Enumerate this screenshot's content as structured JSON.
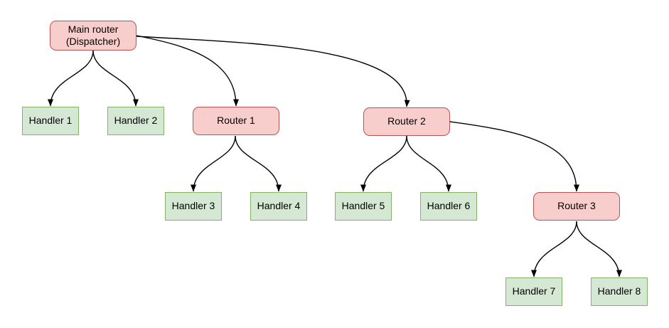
{
  "diagram": {
    "type": "flowchart",
    "nodes": {
      "main": {
        "label": "Main router\n(Dispatcher)",
        "type": "router"
      },
      "h1": {
        "label": "Handler 1",
        "type": "handler"
      },
      "h2": {
        "label": "Handler 2",
        "type": "handler"
      },
      "r1": {
        "label": "Router 1",
        "type": "router"
      },
      "r2": {
        "label": "Router 2",
        "type": "router"
      },
      "h3": {
        "label": "Handler 3",
        "type": "handler"
      },
      "h4": {
        "label": "Handler 4",
        "type": "handler"
      },
      "h5": {
        "label": "Handler 5",
        "type": "handler"
      },
      "h6": {
        "label": "Handler 6",
        "type": "handler"
      },
      "r3": {
        "label": "Router 3",
        "type": "router"
      },
      "h7": {
        "label": "Handler 7",
        "type": "handler"
      },
      "h8": {
        "label": "Handler 8",
        "type": "handler"
      }
    },
    "edges": [
      {
        "from": "main",
        "to": "h1"
      },
      {
        "from": "main",
        "to": "h2"
      },
      {
        "from": "main",
        "to": "r1"
      },
      {
        "from": "main",
        "to": "r2"
      },
      {
        "from": "r1",
        "to": "h3"
      },
      {
        "from": "r1",
        "to": "h4"
      },
      {
        "from": "r2",
        "to": "h5"
      },
      {
        "from": "r2",
        "to": "h6"
      },
      {
        "from": "r2",
        "to": "r3"
      },
      {
        "from": "r3",
        "to": "h7"
      },
      {
        "from": "r3",
        "to": "h8"
      }
    ],
    "colors": {
      "router_fill": "#f8cecc",
      "router_border": "#b85450",
      "handler_fill": "#d5e8d4",
      "handler_border": "#82b366",
      "edge": "#000000",
      "background": "#ffffff"
    }
  }
}
